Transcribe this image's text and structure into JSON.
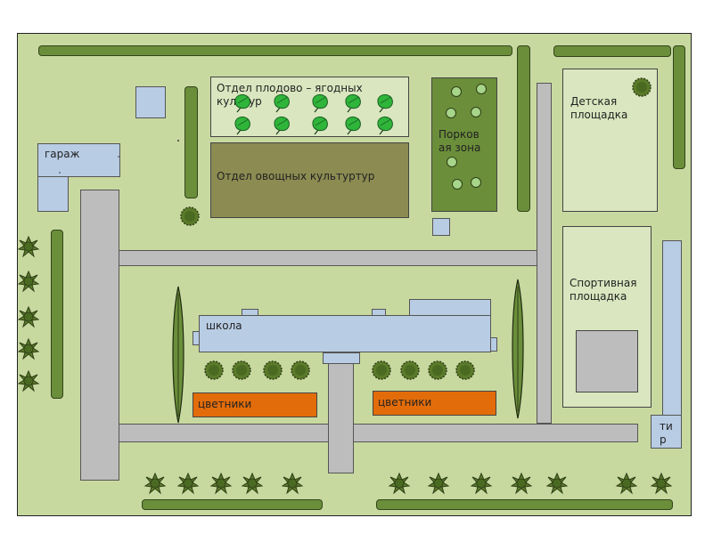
{
  "map": {
    "colors": {
      "ground": "#c8d9a0",
      "hedge": "#6b8e3a",
      "road": "#bdbdbd",
      "building": "#b8cce4",
      "light_zone": "#d9e6bf",
      "vegetable": "#8c8b52",
      "flowerbed": "#e36c0a",
      "tree_canopy": "#2fb53a"
    },
    "labels": {
      "garage": "гараж",
      "fruit_dept_line1": "Отдел плодово – ягодных",
      "fruit_dept_line2": "культур",
      "vegetable_dept": "Отдел овощных культуртур",
      "park_zone_line1": "Порков",
      "park_zone_line2": "ая зона",
      "playground_line1": "Детская",
      "playground_line2": "площадка",
      "sports_line1": "Спортивная",
      "sports_line2": "площадка",
      "school": "школа",
      "flowerbeds_left": "цветники",
      "flowerbeds_right": "цветники",
      "shooting_range_line1": "ти",
      "shooting_range_line2": "р"
    },
    "icons": {
      "fruit_tree": "leaf-tree-icon",
      "round_tree": "round-tree-icon",
      "shrub": "star-shrub-icon",
      "conifer": "spindle-conifer-icon"
    }
  }
}
